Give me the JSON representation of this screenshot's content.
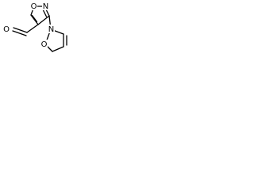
{
  "structure": {
    "atoms": {
      "ring1_oxygen": "O",
      "ring1_nitrogen": "N",
      "aldehyde_oxygen": "O",
      "ring2_nitrogen": "N",
      "ring2_oxygen": "O"
    }
  }
}
